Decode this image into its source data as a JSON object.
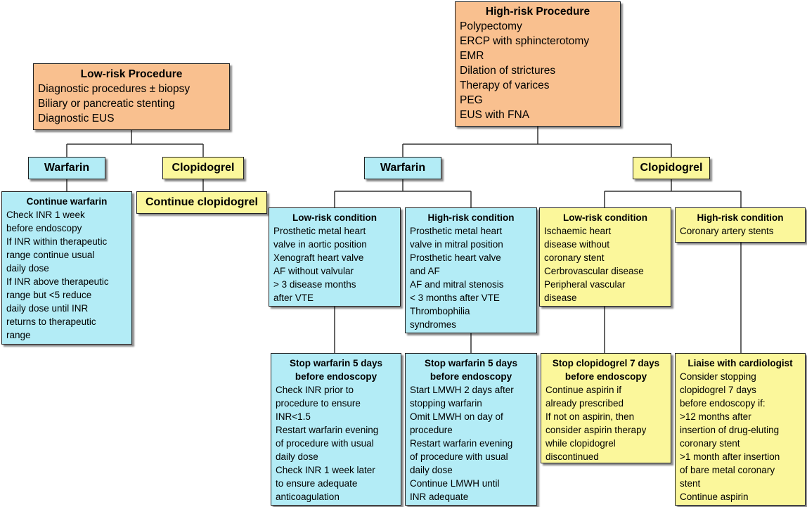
{
  "low_risk_procedure": {
    "title": "Low-risk Procedure",
    "items": [
      "Diagnostic procedures ± biopsy",
      "Biliary or pancreatic stenting",
      "Diagnostic EUS"
    ]
  },
  "high_risk_procedure": {
    "title": "High-risk Procedure",
    "items": [
      "Polypectomy",
      "ERCP with sphincterotomy",
      "EMR",
      "Dilation of strictures",
      "Therapy of varices",
      "PEG",
      "EUS with FNA"
    ]
  },
  "low_warfarin": {
    "label": "Warfarin"
  },
  "low_clopidogrel": {
    "label": "Clopidogrel"
  },
  "high_warfarin": {
    "label": "Warfarin"
  },
  "high_clopidogrel": {
    "label": "Clopidogrel"
  },
  "continue_warfarin": {
    "title": "Continue warfarin",
    "lines": [
      "Check INR 1 week",
      "before endoscopy",
      "If INR within therapeutic",
      "range continue usual",
      "daily dose",
      "If INR above therapeutic",
      "range but <5 reduce",
      "daily dose until INR",
      "returns to therapeutic",
      "range"
    ]
  },
  "continue_clopidogrel": {
    "label": "Continue clopidogrel"
  },
  "warfarin_low_condition": {
    "title": "Low-risk condition",
    "lines": [
      "Prosthetic metal heart",
      "valve in aortic position",
      "Xenograft heart valve",
      "AF without valvular",
      "> 3 disease months",
      "after VTE"
    ]
  },
  "warfarin_high_condition": {
    "title": "High-risk condition",
    "lines": [
      "Prosthetic metal heart",
      "valve in mitral position",
      "Prosthetic heart valve",
      "and AF",
      "AF and mitral stenosis",
      "< 3 months after VTE",
      "Thrombophilia",
      "syndromes"
    ]
  },
  "clopidogrel_low_condition": {
    "title": "Low-risk condition",
    "lines": [
      "Ischaemic heart",
      "disease without",
      "coronary stent",
      "Cerbrovascular disease",
      "Peripheral vascular",
      "disease"
    ]
  },
  "clopidogrel_high_condition": {
    "title": "High-risk condition",
    "lines": [
      "Coronary artery stents"
    ]
  },
  "stop_warfarin_low": {
    "title_lines": [
      "Stop warfarin 5 days",
      "before endoscopy"
    ],
    "lines": [
      "Check INR prior to",
      "procedure to ensure",
      "INR<1.5",
      "Restart warfarin evening",
      "of procedure with usual",
      "daily dose",
      "Check INR 1 week later",
      "to ensure adequate",
      "anticoagulation"
    ]
  },
  "stop_warfarin_high": {
    "title_lines": [
      "Stop warfarin 5 days",
      "before endoscopy"
    ],
    "lines": [
      "Start LMWH 2 days after",
      "stopping warfarin",
      "Omit LMWH on day of",
      "procedure",
      "Restart warfarin evening",
      "of procedure with usual",
      "daily dose",
      "Continue LMWH until",
      "INR adequate"
    ]
  },
  "stop_clopidogrel": {
    "title_lines": [
      "Stop clopidogrel 7 days",
      "before endoscopy"
    ],
    "lines": [
      "Continue aspirin if",
      "already prescribed",
      "If not on aspirin, then",
      "consider aspirin therapy",
      "while clopidogrel",
      "discontinued"
    ]
  },
  "liaise_cardiologist": {
    "title_lines": [
      "Liaise with cardiologist"
    ],
    "lines": [
      "Consider stopping",
      "clopidogrel 7 days",
      "before endoscopy if:",
      ">12 months after",
      "insertion of drug-eluting",
      "coronary stent",
      ">1 month after insertion",
      "of bare metal coronary",
      "stent",
      "Continue aspirin"
    ]
  },
  "colors": {
    "orange": "#f9c08f",
    "cyan": "#b3ecf6",
    "yellow": "#fbf79b"
  }
}
